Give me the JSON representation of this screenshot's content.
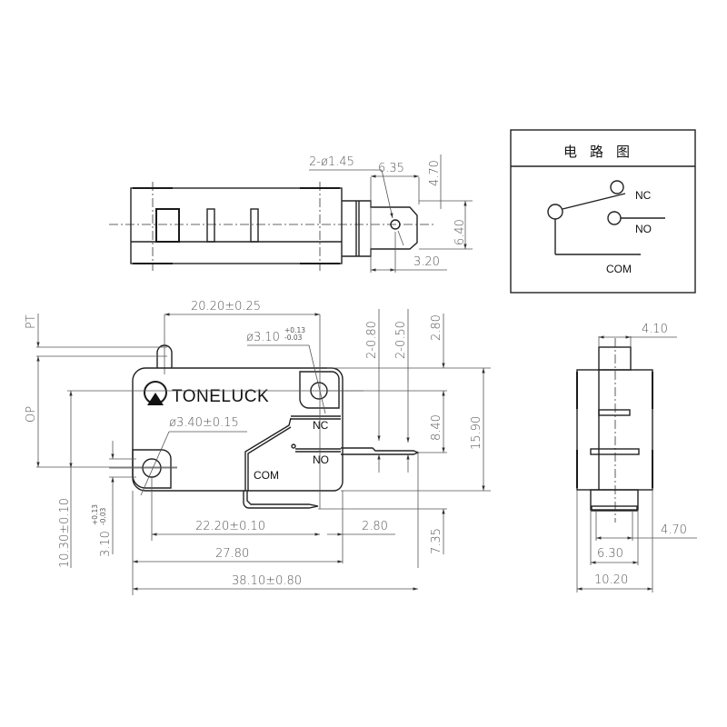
{
  "circuit_diagram": {
    "title": "电路图",
    "terminals": {
      "nc": "NC",
      "no": "NO",
      "com": "COM"
    }
  },
  "top_view": {
    "dims": {
      "hole": "2-ø1.45",
      "tab_length": "6.35",
      "tab_offset": "4.70",
      "tab_width": "6.40",
      "hole_offset": "3.20"
    }
  },
  "front_view": {
    "brand": "TONELUCK",
    "terminals": {
      "nc": "NC",
      "no": "NO",
      "com": "COM"
    },
    "dims": {
      "pt": "PT",
      "op": "OP",
      "hole_spacing_top": "20.20±0.25",
      "hole_right_main": "ø3.10",
      "hole_right_tol_upper": "+0.13",
      "hole_right_tol_lower": "-0.03",
      "hole_left": "ø3.40±0.15",
      "thickness_a": "2-0.80",
      "thickness_b": "2-0.50",
      "top_offset": "2.80",
      "nc_no_spacing": "8.40",
      "body_height": "15.90",
      "com_offset": "7.35",
      "hole_height": "10.30±0.10",
      "hole_slot_main": "3.10",
      "hole_slot_tol_upper": "+0.13",
      "hole_slot_tol_lower": "-0.03",
      "hole_spacing_bottom": "22.20±0.10",
      "terminal_length": "2.80",
      "body_length": "27.80",
      "overall_length": "38.10±0.80"
    }
  },
  "side_view": {
    "dims": {
      "plunger_width": "4.10",
      "terminal_inner": "4.70",
      "terminal_outer": "6.30",
      "body_width": "10.20"
    }
  }
}
